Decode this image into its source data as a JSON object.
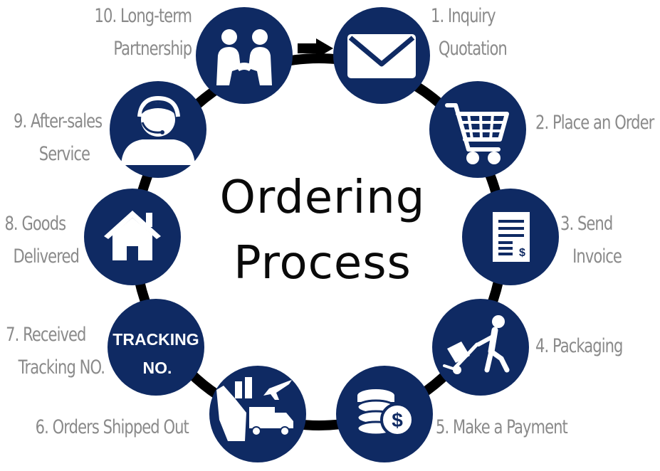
{
  "title": {
    "line1": "Ordering",
    "line2": "Process"
  },
  "steps": [
    {
      "id": "inquiry",
      "lines": [
        "1. Inquiry",
        "Quotation"
      ],
      "icon": "envelope-icon"
    },
    {
      "id": "place-order",
      "lines": [
        "2. Place an Order"
      ],
      "icon": "shopping-cart-icon"
    },
    {
      "id": "send-invoice",
      "lines": [
        "3. Send",
        "Invoice"
      ],
      "icon": "invoice-icon"
    },
    {
      "id": "packaging",
      "lines": [
        "4. Packaging"
      ],
      "icon": "hand-truck-icon"
    },
    {
      "id": "payment",
      "lines": [
        "5. Make a Payment"
      ],
      "icon": "coins-dollar-icon"
    },
    {
      "id": "shipped",
      "lines": [
        "6. Orders Shipped Out"
      ],
      "icon": "ship-plane-truck-icon"
    },
    {
      "id": "tracking",
      "lines": [
        "7. Received",
        "Tracking NO."
      ],
      "icon": "tracking-badge-icon",
      "icon_text": [
        "TRACKING",
        "NO."
      ]
    },
    {
      "id": "delivered",
      "lines": [
        "8. Goods",
        "Delivered"
      ],
      "icon": "house-icon"
    },
    {
      "id": "after-sales",
      "lines": [
        "9. After-sales",
        "Service"
      ],
      "icon": "support-agent-icon"
    },
    {
      "id": "partnership",
      "lines": [
        "10. Long-term",
        "Partnership"
      ],
      "icon": "handshake-icon"
    }
  ],
  "colors": {
    "circle": "#0f2a63",
    "ring": "#000000",
    "label": "#8a8a8a",
    "title": "#0a0a0a",
    "icon": "#ffffff"
  }
}
